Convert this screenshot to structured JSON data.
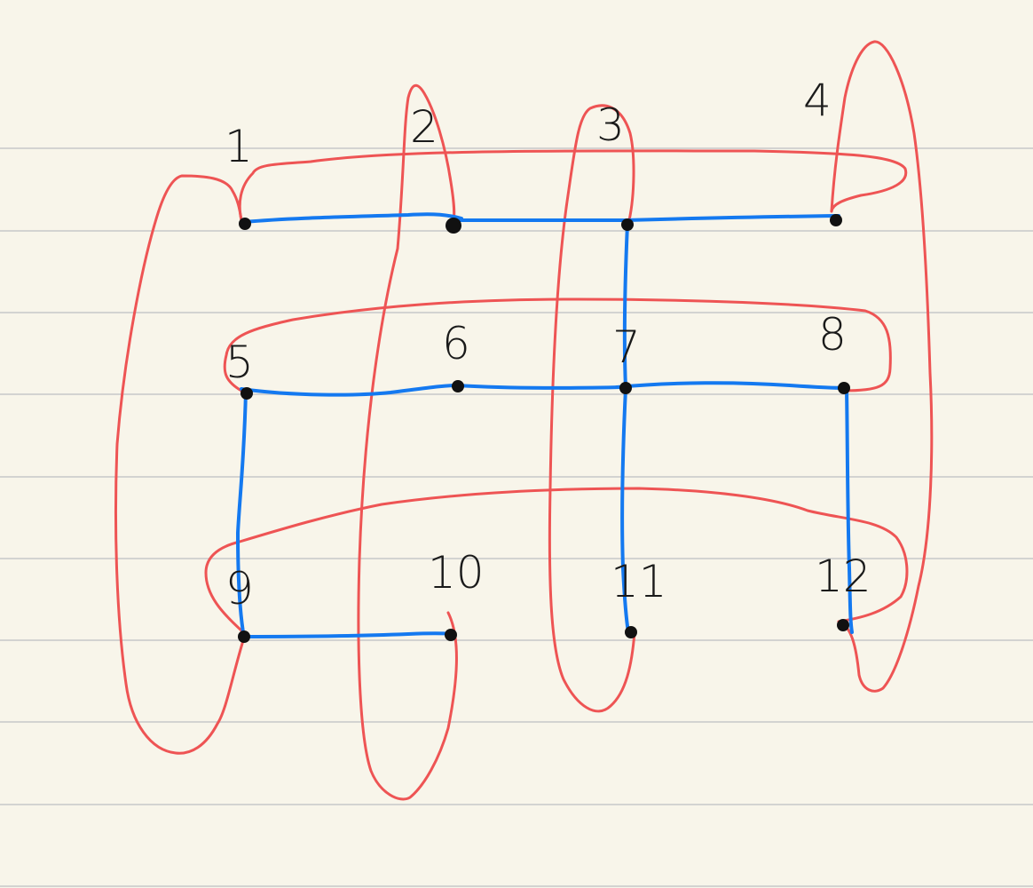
{
  "nodes": [
    {
      "id": 1,
      "label": "1"
    },
    {
      "id": 2,
      "label": "2"
    },
    {
      "id": 3,
      "label": "3"
    },
    {
      "id": 4,
      "label": "4"
    },
    {
      "id": 5,
      "label": "5"
    },
    {
      "id": 6,
      "label": "6"
    },
    {
      "id": 7,
      "label": "7"
    },
    {
      "id": 8,
      "label": "8"
    },
    {
      "id": 9,
      "label": "9"
    },
    {
      "id": 10,
      "label": "10"
    },
    {
      "id": 11,
      "label": "11"
    },
    {
      "id": 12,
      "label": "12"
    }
  ],
  "edges": [
    [
      1,
      2
    ],
    [
      2,
      3
    ],
    [
      3,
      4
    ],
    [
      3,
      7
    ],
    [
      5,
      6
    ],
    [
      6,
      7
    ],
    [
      7,
      8
    ],
    [
      5,
      9
    ],
    [
      7,
      11
    ],
    [
      8,
      12
    ],
    [
      9,
      10
    ]
  ],
  "groups": [
    {
      "name": "loop-1-5-9",
      "members": [
        1,
        5,
        9
      ]
    },
    {
      "name": "loop-2-10",
      "members": [
        2,
        10
      ]
    },
    {
      "name": "loop-3-11",
      "members": [
        3,
        11
      ]
    },
    {
      "name": "loop-4-12",
      "members": [
        4,
        12
      ]
    },
    {
      "name": "loop-1-4",
      "members": [
        1,
        4
      ]
    },
    {
      "name": "loop-5-8",
      "members": [
        5,
        6,
        7,
        8
      ]
    },
    {
      "name": "loop-9-12",
      "members": [
        9,
        10,
        11,
        12
      ]
    }
  ],
  "colors": {
    "paper": "#f8f5ea",
    "ruled_line": "#d3d3d1",
    "edge": "#1479f0",
    "group_loop": "#ee5454",
    "node": "#111111",
    "label": "#1a1a1a"
  }
}
